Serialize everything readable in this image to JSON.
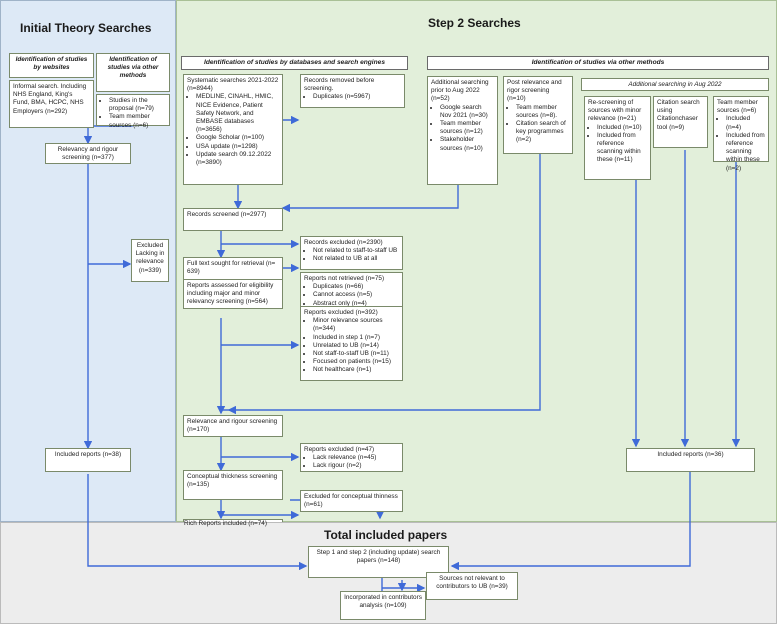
{
  "colors": {
    "left_panel": "#dde9f6",
    "right_panel": "#e2efda",
    "bottom_panel": "#ededed",
    "arrow": "#3f6ad8"
  },
  "titles": {
    "initial": "Initial Theory Searches",
    "step2": "Step 2 Searches",
    "total": "Total included papers"
  },
  "left": {
    "websites_header": "Identification of studies by websites",
    "other_header": "Identification of studies via other methods",
    "informal": "Informal search. Including NHS England, King's Fund, BMA, HCPC, NHS Employers (n=292)",
    "other_items": [
      "Studies in the proposal (n=79)",
      "Team member sources (n=6)"
    ],
    "screening": "Relevancy and rigour screening (n=377)",
    "excluded": "Excluded Lacking in relevance (n=339)",
    "included": "Included reports (n=38)"
  },
  "db": {
    "header": "Identification of studies by databases and search engines",
    "systematic_intro": "Systematic searches 2021-2022 (n=8944)",
    "systematic_items": [
      "MEDLINE, CINAHL, HMIC, NICE Evidence, Patient Safety Network, and EMBASE databases (n=3656)",
      "Google Scholar (n=100)",
      "USA update (n=1298)",
      "Update search 09.12.2022 (n=3890)"
    ],
    "removed_intro": "Records removed before screening.",
    "removed_items": [
      "Duplicates (n=5967)"
    ],
    "screened": "Records screened (n=2977)",
    "rec_excl_intro": "Records excluded (n=2390)",
    "rec_excl_items": [
      "Not related to staff-to-staff UB",
      "Not related to UB at all"
    ],
    "fulltext": "Full text sought for retrieval (n= 639)",
    "not_retrieved_intro": "Reports not retrieved (n=75)",
    "not_retrieved_items": [
      "Duplicates (n=66)",
      "Cannot access (n=5)",
      "Abstract only (n=4)"
    ],
    "assessed": "Reports assessed for eligibility including major and minor relevancy screening (n=564)",
    "rep_excl_intro": "Reports excluded (n=392)",
    "rep_excl_items": [
      "Minor relevance sources (n=344)",
      "Included in step 1 (n=7)",
      "Unrelated to UB (n=14)",
      "Not staff-to-staff UB (n=11)",
      "Focused on patients (n=15)",
      "Not healthcare (n=1)"
    ],
    "rel_rigour": "Relevance and rigour screening (n=170)",
    "rep_excl2_intro": "Reports excluded (n=47)",
    "rep_excl2_items": [
      "Lack relevance (n=45)",
      "Lack rigour (n=2)"
    ],
    "conceptual": "Conceptual thickness screening (n=135)",
    "conc_excl": "Excluded for conceptual thinness (n=61)",
    "rich": "Rich Reports included (n=74)"
  },
  "other": {
    "header": "Identification of studies via other methods",
    "additional_intro": "Additional searching prior to Aug 2022 (n=52)",
    "additional_items": [
      "Google search Nov 2021 (n=30)",
      "Team member sources (n=12)",
      "Stakeholder sources (n=10)"
    ],
    "post_intro": "Post relevance and rigor screening (n=10)",
    "post_items": [
      "Team member sources (n=8).",
      "Citation search of key programmes (n=2)"
    ],
    "aug_header": "Additional searching in Aug 2022",
    "rescreen_intro": "Re-screening of sources with minor relevance (n=21)",
    "rescreen_items": [
      "Included (n=10)",
      "Included from reference scanning within these (n=11)"
    ],
    "citation": "Citation search using Citationchaser tool (n=9)",
    "team_intro": "Team member sources (n=6)",
    "team_items": [
      "Included (n=4)",
      "Included from reference scanning within these (n=2)"
    ],
    "included": "Included reports (n=36)"
  },
  "total": {
    "step12": "Step 1 and step 2 (including update) search papers (n=148)",
    "not_relevant": "Sources not relevant to contributors to UB (n=39)",
    "incorporated": "Incorporated in contributors analysis (n=109)"
  }
}
